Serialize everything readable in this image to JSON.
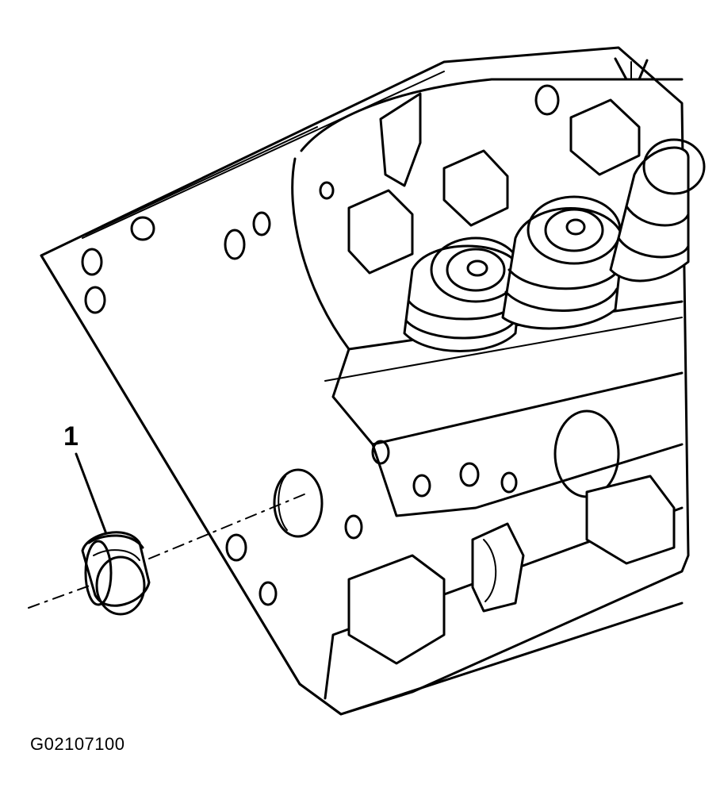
{
  "callout": {
    "number": "1",
    "part": "cylinder-head-plug"
  },
  "figure": {
    "code": "G02107100"
  },
  "colors": {
    "line": "#000000",
    "background": "#ffffff"
  }
}
